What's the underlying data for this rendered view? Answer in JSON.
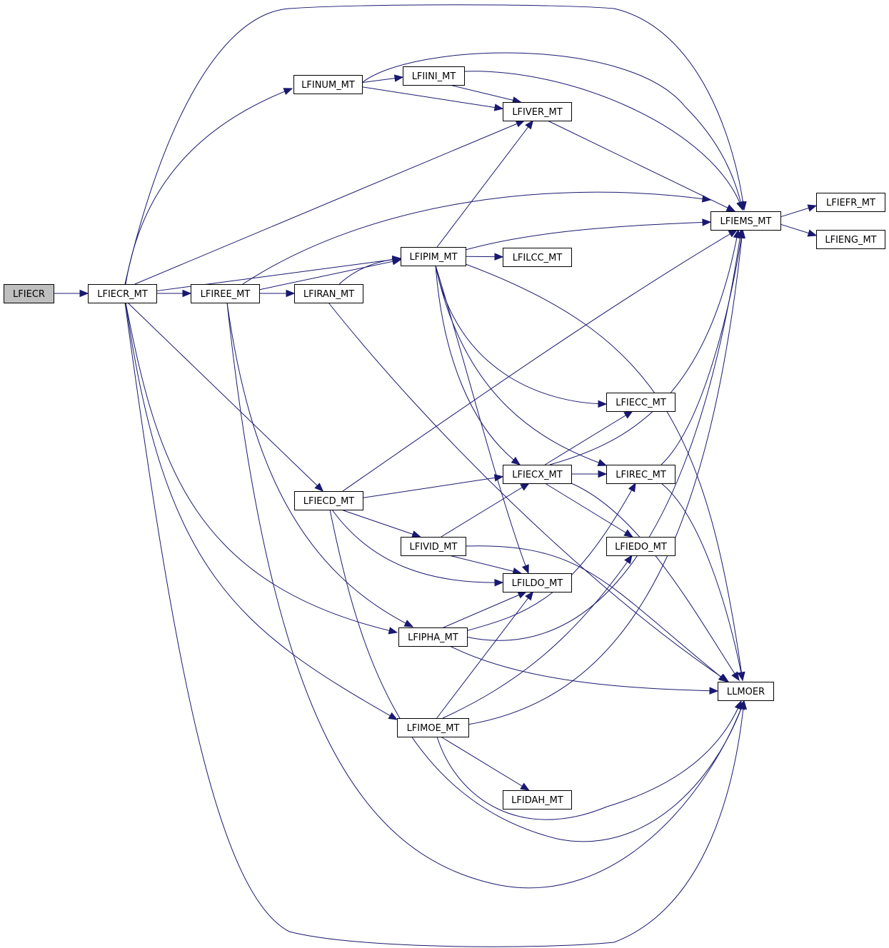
{
  "nodes": [
    {
      "id": "LFIECR",
      "label": "LFIECR",
      "root": true
    },
    {
      "id": "LFIECR_MT",
      "label": "LFIECR_MT"
    },
    {
      "id": "LFINUM_MT",
      "label": "LFINUM_MT"
    },
    {
      "id": "LFIINI_MT",
      "label": "LFIINI_MT"
    },
    {
      "id": "LFIVER_MT",
      "label": "LFIVER_MT"
    },
    {
      "id": "LFIEMS_MT",
      "label": "LFIEMS_MT"
    },
    {
      "id": "LFIEFR_MT",
      "label": "LFIEFR_MT"
    },
    {
      "id": "LFIENG_MT",
      "label": "LFIENG_MT"
    },
    {
      "id": "LFIPIM_MT",
      "label": "LFIPIM_MT"
    },
    {
      "id": "LFILCC_MT",
      "label": "LFILCC_MT"
    },
    {
      "id": "LFIREE_MT",
      "label": "LFIREE_MT"
    },
    {
      "id": "LFIRAN_MT",
      "label": "LFIRAN_MT"
    },
    {
      "id": "LFIECC_MT",
      "label": "LFIECC_MT"
    },
    {
      "id": "LFIECX_MT",
      "label": "LFIECX_MT"
    },
    {
      "id": "LFIREC_MT",
      "label": "LFIREC_MT"
    },
    {
      "id": "LFIECD_MT",
      "label": "LFIECD_MT"
    },
    {
      "id": "LFIVID_MT",
      "label": "LFIVID_MT"
    },
    {
      "id": "LFIEDO_MT",
      "label": "LFIEDO_MT"
    },
    {
      "id": "LFILDO_MT",
      "label": "LFILDO_MT"
    },
    {
      "id": "LFIPHA_MT",
      "label": "LFIPHA_MT"
    },
    {
      "id": "LLMOER",
      "label": "LLMOER"
    },
    {
      "id": "LFIMOE_MT",
      "label": "LFIMOE_MT"
    },
    {
      "id": "LFIDAH_MT",
      "label": "LFIDAH_MT"
    }
  ],
  "edges": [
    [
      "LFIECR",
      "LFIECR_MT"
    ],
    [
      "LFIECR_MT",
      "LFINUM_MT"
    ],
    [
      "LFIECR_MT",
      "LFIVER_MT"
    ],
    [
      "LFIECR_MT",
      "LFIEMS_MT"
    ],
    [
      "LFIECR_MT",
      "LFIPIM_MT"
    ],
    [
      "LFIECR_MT",
      "LFIREE_MT"
    ],
    [
      "LFIECR_MT",
      "LFIECD_MT"
    ],
    [
      "LFIECR_MT",
      "LFIPHA_MT"
    ],
    [
      "LFIECR_MT",
      "LFIMOE_MT"
    ],
    [
      "LFIECR_MT",
      "LLMOER"
    ],
    [
      "LFINUM_MT",
      "LFIINI_MT"
    ],
    [
      "LFINUM_MT",
      "LFIVER_MT"
    ],
    [
      "LFINUM_MT",
      "LFIEMS_MT"
    ],
    [
      "LFIINI_MT",
      "LFIVER_MT"
    ],
    [
      "LFIINI_MT",
      "LFIEMS_MT"
    ],
    [
      "LFIVER_MT",
      "LFIEMS_MT"
    ],
    [
      "LFIEMS_MT",
      "LFIEFR_MT"
    ],
    [
      "LFIEMS_MT",
      "LFIENG_MT"
    ],
    [
      "LFIREE_MT",
      "LFIRAN_MT"
    ],
    [
      "LFIREE_MT",
      "LFIPIM_MT"
    ],
    [
      "LFIREE_MT",
      "LFIEMS_MT"
    ],
    [
      "LFIREE_MT",
      "LFIPHA_MT"
    ],
    [
      "LFIREE_MT",
      "LLMOER"
    ],
    [
      "LFIRAN_MT",
      "LFIPIM_MT"
    ],
    [
      "LFIRAN_MT",
      "LLMOER"
    ],
    [
      "LFIPIM_MT",
      "LFILCC_MT"
    ],
    [
      "LFIPIM_MT",
      "LFIVER_MT"
    ],
    [
      "LFIPIM_MT",
      "LFIEMS_MT"
    ],
    [
      "LFIPIM_MT",
      "LFIECC_MT"
    ],
    [
      "LFIPIM_MT",
      "LFIECX_MT"
    ],
    [
      "LFIPIM_MT",
      "LFIREC_MT"
    ],
    [
      "LFIPIM_MT",
      "LFILDO_MT"
    ],
    [
      "LFIPIM_MT",
      "LLMOER"
    ],
    [
      "LFIECD_MT",
      "LFIEMS_MT"
    ],
    [
      "LFIECD_MT",
      "LFIECX_MT"
    ],
    [
      "LFIECD_MT",
      "LFIVID_MT"
    ],
    [
      "LFIECD_MT",
      "LFILDO_MT"
    ],
    [
      "LFIECD_MT",
      "LLMOER"
    ],
    [
      "LFIECX_MT",
      "LFIECC_MT"
    ],
    [
      "LFIECX_MT",
      "LFIREC_MT"
    ],
    [
      "LFIECX_MT",
      "LFIEMS_MT"
    ],
    [
      "LFIECX_MT",
      "LFIEDO_MT"
    ],
    [
      "LFIECX_MT",
      "LLMOER"
    ],
    [
      "LFIREC_MT",
      "LFIEMS_MT"
    ],
    [
      "LFIREC_MT",
      "LLMOER"
    ],
    [
      "LFIVID_MT",
      "LFIECX_MT"
    ],
    [
      "LFIVID_MT",
      "LFILDO_MT"
    ],
    [
      "LFIVID_MT",
      "LLMOER"
    ],
    [
      "LFIPHA_MT",
      "LFILDO_MT"
    ],
    [
      "LFIPHA_MT",
      "LFIREC_MT"
    ],
    [
      "LFIPHA_MT",
      "LFIEMS_MT"
    ],
    [
      "LFIPHA_MT",
      "LLMOER"
    ],
    [
      "LFIMOE_MT",
      "LFILDO_MT"
    ],
    [
      "LFIMOE_MT",
      "LFIEDO_MT"
    ],
    [
      "LFIMOE_MT",
      "LFIEMS_MT"
    ],
    [
      "LFIMOE_MT",
      "LFIDAH_MT"
    ],
    [
      "LFIMOE_MT",
      "LLMOER"
    ]
  ],
  "colors": {
    "edge": "#191970",
    "node_border": "#000000",
    "root_fill": "#bfbfbf",
    "node_fill": "#ffffff"
  }
}
